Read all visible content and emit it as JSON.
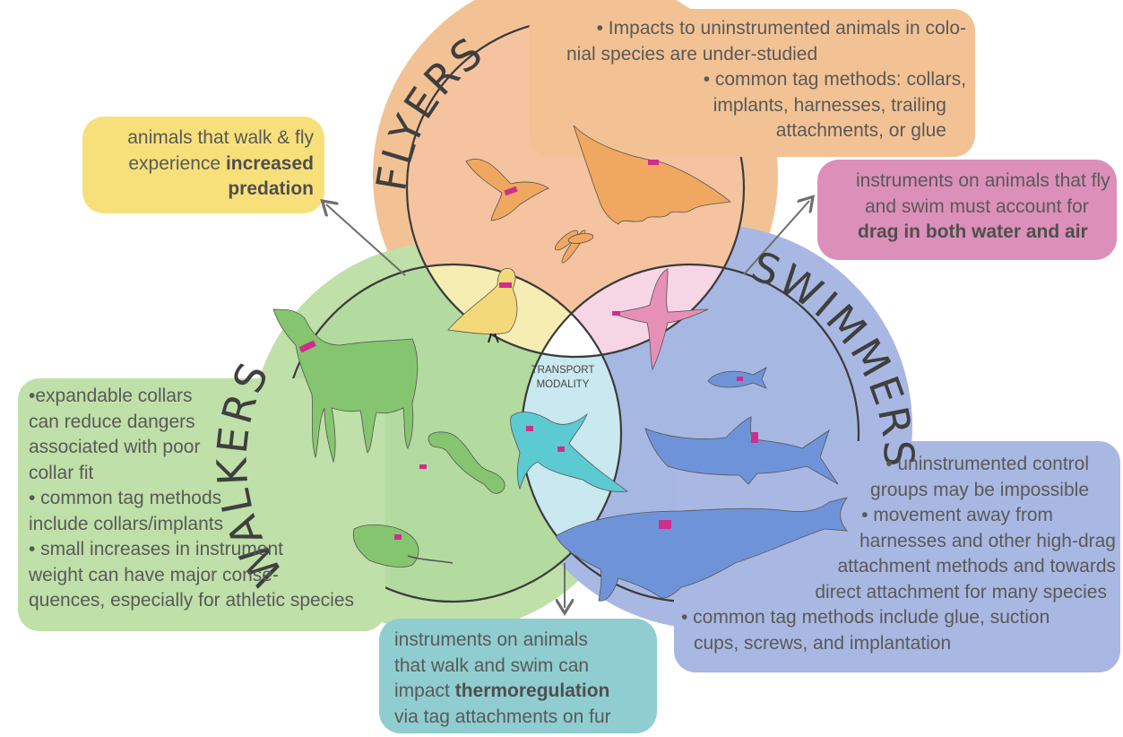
{
  "center_label": [
    "TRANSPORT",
    "MODALITY"
  ],
  "groups": {
    "flyers": "FLYERS",
    "walkers": "WALKERS",
    "swimmers": "SWIMMERS"
  },
  "colors": {
    "flyers_halo": "#f3c294",
    "flyers_circle": "#f5c3a0",
    "walkers_halo": "#bfe0a8",
    "walkers_circle": "#b3dba0",
    "swimmers_halo": "#a9b8e2",
    "swimmers_circle": "#a6b8e2",
    "flyer_walker_overlap": "#f6edb3",
    "flyer_swimmer_overlap": "#f6d5e4",
    "walker_swimmer_overlap": "#c9e8ef",
    "yellow_note": "#f7e07a",
    "pink_note": "#dc8fb9",
    "teal_note": "#8fcdd0",
    "tag_marker": "#cf2e8d"
  },
  "notes": {
    "flyers": {
      "l1": "• Impacts to uninstrumented animals in colo-",
      "l2": "nial species are under-studied",
      "l3": "• common tag methods: collars,",
      "l4": "implants, harnesses, trailing",
      "l5": "attachments, or glue"
    },
    "walk_fly": {
      "l1": "animals that walk & fly",
      "l2a": "experience",
      "l2b": "increased",
      "l3": "predation"
    },
    "fly_swim": {
      "l1": "instruments on animals that fly",
      "l2": "and swim must account for",
      "l3": "drag in both water and air"
    },
    "walkers": {
      "l1": "•expandable collars",
      "l2": "can reduce dangers",
      "l3": "associated with poor",
      "l4": "collar fit",
      "l5": "• common tag methods",
      "l6": "include collars/implants",
      "l7": "• small increases in instrument",
      "l8": "weight can have major conse-",
      "l9": "quences, especially for athletic species"
    },
    "walk_swim": {
      "l1": "instruments on animals",
      "l2": "that walk and swim can",
      "l3a": "impact",
      "l3b": "thermoregulation",
      "l4": "via tag attachments on fur"
    },
    "swimmers": {
      "l1": "• uninstrumented control",
      "l2": "groups may be impossible",
      "l3": "• movement away from",
      "l4": "harnesses and other high-drag",
      "l5": "attachment methods and towards",
      "l6": "direct attachment for many species",
      "l7": "• common tag methods include glue, suction",
      "l8": "cups, screws, and implantation"
    }
  }
}
